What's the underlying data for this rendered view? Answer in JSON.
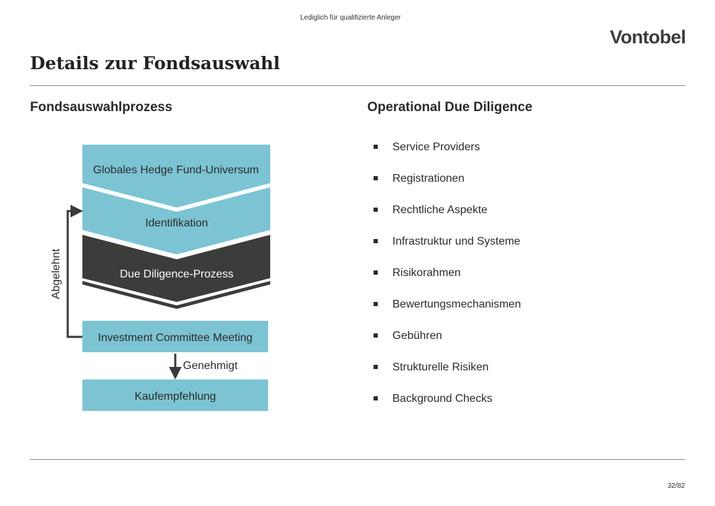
{
  "header": {
    "disclaimer": "Lediglich für qualifizierte Anleger",
    "logo_text": "Vontobel",
    "title": "Details zur Fondsauswahl"
  },
  "left_section": {
    "heading": "Fondsauswahlprozess",
    "funnel_steps": [
      {
        "label": "Globales Hedge Fund-Universum",
        "color": "#7cc4d4"
      },
      {
        "label": "Identifikation",
        "color": "#7cc4d4"
      },
      {
        "label": "Due Diligence-Prozess",
        "color": "#3c3c3b"
      }
    ],
    "committee_box": "Investment Committee Meeting",
    "recommendation_box": "Kaufempfehlung",
    "rejected_label": "Abgelehnt",
    "approved_label": "Genehmigt"
  },
  "right_section": {
    "heading": "Operational Due Diligence",
    "items": [
      "Service Providers",
      "Registrationen",
      "Rechtliche Aspekte",
      "Infrastruktur und Systeme",
      "Risikorahmen",
      "Bewertungsmechanismen",
      "Gebühren",
      "Strukturelle Risiken",
      "Background Checks"
    ]
  },
  "footer": {
    "page_number": "32/82"
  },
  "colors": {
    "accent_teal": "#7cc4d4",
    "dark": "#3c3c3b",
    "arrow": "#3a3a3a"
  }
}
